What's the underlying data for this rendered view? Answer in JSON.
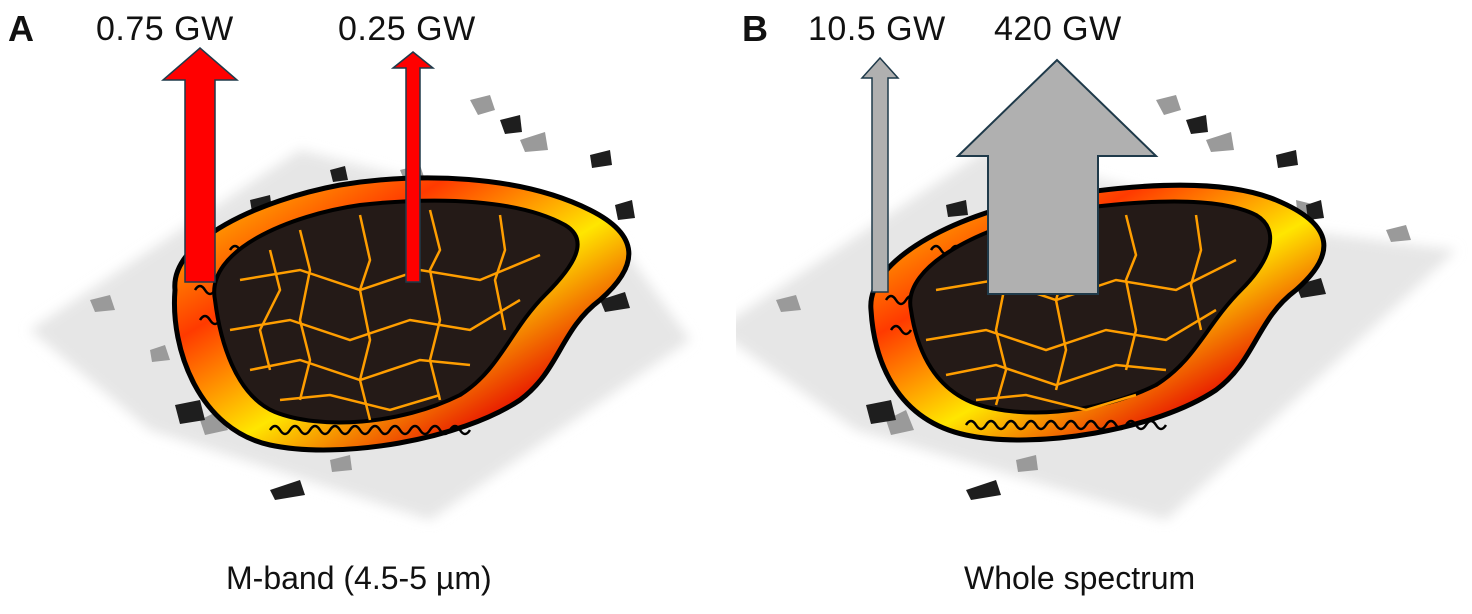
{
  "panels": [
    {
      "id": "A",
      "letter": "A",
      "caption": "M-band (4.5-5 µm)",
      "arrows": [
        {
          "label": "0.75 GW",
          "value_gw": 0.75,
          "color": "#ff0000",
          "position": "lake margin"
        },
        {
          "label": "0.25 GW",
          "value_gw": 0.25,
          "color": "#ff0000",
          "position": "lake center"
        }
      ]
    },
    {
      "id": "B",
      "letter": "B",
      "caption": "Whole spectrum",
      "arrows": [
        {
          "label": "10.5 GW",
          "value_gw": 10.5,
          "color": "#b0b0b0",
          "position": "lake margin"
        },
        {
          "label": "420 GW",
          "value_gw": 420,
          "color": "#b0b0b0",
          "position": "lake center"
        }
      ]
    }
  ],
  "colors": {
    "hot_arrow": "#ff0000",
    "total_arrow": "#b0b0b0",
    "arrow_outline": "#1f3a4a",
    "crust": "#241a17",
    "crack": "#ffb000",
    "rim_red": "#e01a00",
    "rim_yellow": "#ffe000",
    "ground": "#e8e8e8"
  }
}
